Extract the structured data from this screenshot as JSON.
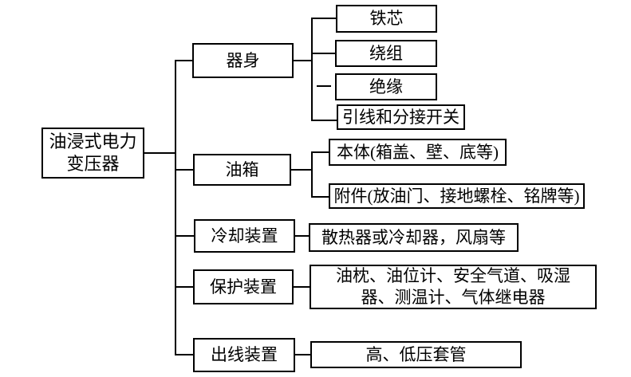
{
  "diagram": {
    "title_hint": "oil-immersed power transformer composition tree",
    "colors": {
      "line": "#000000",
      "background": "#ffffff",
      "text": "#000000"
    },
    "root": {
      "lines": [
        "油浸式电力",
        "变压器"
      ]
    },
    "branches": [
      {
        "label": "器身",
        "children": [
          {
            "label": "铁芯"
          },
          {
            "label": "绕组"
          },
          {
            "label": "绝缘"
          },
          {
            "label": "引线和分接开关"
          }
        ]
      },
      {
        "label": "油箱",
        "children": [
          {
            "label": "本体(箱盖、壁、底等)"
          },
          {
            "label": "附件(放油门、接地螺栓、铭牌等)"
          }
        ]
      },
      {
        "label": "冷却装置",
        "children": [
          {
            "label": "散热器或冷却器，风扇等"
          }
        ]
      },
      {
        "label": "保护装置",
        "children": [
          {
            "lines": [
              "油枕、油位计、安全气道、吸湿",
              "器、测温计、气体继电器"
            ]
          }
        ]
      },
      {
        "label": "出线装置",
        "children": [
          {
            "label": "高、低压套管"
          }
        ]
      }
    ]
  }
}
